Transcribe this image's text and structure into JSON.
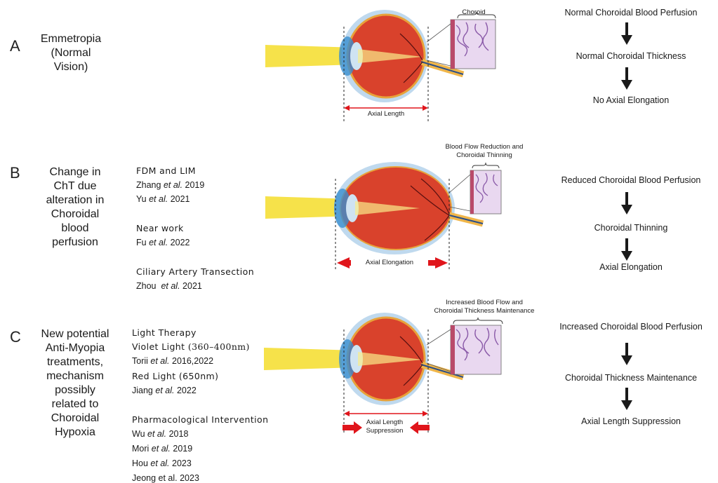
{
  "rows": [
    {
      "letter": "A",
      "title": [
        "Emmetropia",
        "(Normal",
        "Vision)"
      ],
      "studies": [],
      "choroid_label": "Choroid",
      "length_label": "Axial Length",
      "flow": [
        "Normal Choroidal Blood Perfusion",
        "Normal Choroidal Thickness",
        "No Axial Elongation"
      ]
    },
    {
      "letter": "B",
      "title": [
        "Change in",
        "ChT due",
        "alteration in",
        "Choroidal",
        "blood",
        "perfusion"
      ],
      "studies": [
        {
          "heading": "FDM and LIM",
          "cites": [
            {
              "author": "Zhang",
              "etal": "et al.",
              "year": "2019"
            },
            {
              "author": "Yu",
              "etal": "et al.",
              "year": "2021"
            }
          ]
        },
        {
          "heading": "Near work",
          "cites": [
            {
              "author": "Fu",
              "etal": "et al.",
              "year": "2022"
            }
          ]
        },
        {
          "heading": "Ciliary Artery Transection",
          "cites": [
            {
              "author": "Zhou",
              "etal": "et al.",
              "year": "2021"
            }
          ]
        }
      ],
      "choroid_label": [
        "Blood Flow Reduction and",
        "Choroidal Thinning"
      ],
      "length_label": "Axial Elongation",
      "flow": [
        "Reduced Choroidal Blood Perfusion",
        "Choroidal Thinning",
        "Axial Elongation"
      ]
    },
    {
      "letter": "C",
      "title": [
        "New potential",
        "Anti-Myopia",
        "treatments,",
        "mechanism",
        "possibly",
        "related to",
        "Choroidal",
        "Hypoxia"
      ],
      "studies": [
        {
          "heading": "Light Therapy",
          "cites": []
        },
        {
          "heading": "Violet Light",
          "heading_suffix": "(360–400nm)",
          "cites": [
            {
              "author": "Torii",
              "etal": "et al.",
              "year": "2016,2022"
            }
          ]
        },
        {
          "heading": "Red Light (650nm)",
          "cites": [
            {
              "author": "Jiang",
              "etal": "et al.",
              "year": "2022"
            }
          ]
        },
        {
          "heading": "Pharmacological Intervention",
          "cites": [
            {
              "author": "Wu",
              "etal": "et al.",
              "year": "2018"
            },
            {
              "author": "Mori",
              "etal": "et al.",
              "year": "2019"
            },
            {
              "author": "Hou",
              "etal": "et al.",
              "year": "2023"
            },
            {
              "author": "Jeong et al. 2023",
              "etal": "",
              "year": ""
            }
          ]
        }
      ],
      "choroid_label": [
        "Increased Blood Flow and",
        "Choroidal Thickness Maintenance"
      ],
      "length_label": [
        "Axial Length",
        "Suppression"
      ],
      "flow": [
        "Increased Choroidal Blood Perfusion",
        "Choroidal Thickness Maintenance",
        "Axial Length Suppression"
      ]
    }
  ],
  "colors": {
    "light_beam": "#f6e24a",
    "sclera": "#bfd9ee",
    "eye_interior": "#d9422c",
    "retina": "#e8a23a",
    "red_arrow": "#e0151b",
    "flow_arrow": "#1a1a1a"
  },
  "icons": [
    "eye-cross-section",
    "choroid-tissue-inset",
    "down-arrow",
    "red-double-arrow"
  ]
}
